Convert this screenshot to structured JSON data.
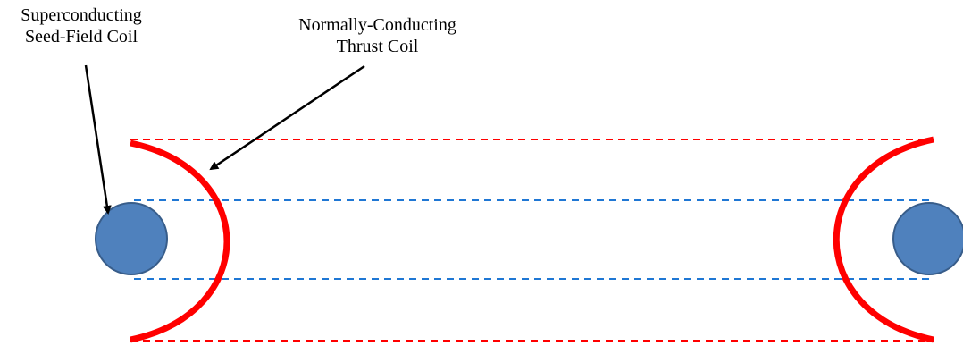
{
  "labels": {
    "superconducting_coil": {
      "line1": "Superconducting",
      "line2": "Seed-Field Coil"
    },
    "thrust_coil": {
      "line1": "Normally-Conducting",
      "line2": "Thrust Coil"
    }
  },
  "colors": {
    "thrust_coil": "#ff0000",
    "seed_coil_fill": "#4f81bd",
    "seed_coil_stroke": "#385d8a",
    "inner_field_lines": "#1f77d4",
    "outer_field_lines": "#ff0000",
    "arrow": "#000000",
    "text": "#000000"
  }
}
